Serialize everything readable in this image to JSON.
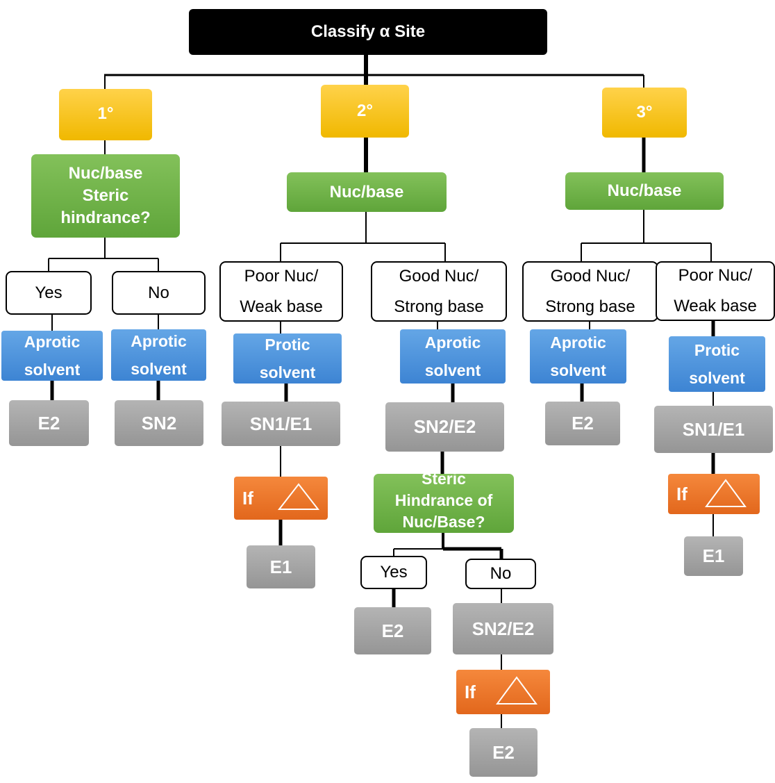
{
  "root": "Classify α Site",
  "degrees": {
    "primary": "1°",
    "secondary": "2°",
    "tertiary": "3°"
  },
  "primary": {
    "question": "Nuc/base\nSteric\nhindrance?",
    "yes": "Yes",
    "no": "No",
    "yes_solvent": "Aprotic\nsolvent",
    "no_solvent": "Aprotic\nsolvent",
    "yes_result": "E2",
    "no_result": "SN2"
  },
  "secondary": {
    "nucbase": "Nuc/base",
    "poor": "Poor Nuc/\nWeak base",
    "good": "Good Nuc/\nStrong base",
    "poor_solvent": "Protic\nsolvent",
    "good_solvent": "Aprotic\nsolvent",
    "poor_result": "SN1/E1",
    "good_result": "SN2/E2",
    "poor_heat_if": "If",
    "poor_heat_result": "E1",
    "steric_question": "Steric\nHindrance of\nNuc/Base?",
    "steric_yes": "Yes",
    "steric_no": "No",
    "steric_yes_result": "E2",
    "steric_no_result": "SN2/E2",
    "steric_heat_if": "If",
    "steric_heat_result": "E2"
  },
  "tertiary": {
    "nucbase": "Nuc/base",
    "good": "Good Nuc/\nStrong base",
    "poor": "Poor Nuc/\nWeak base",
    "good_solvent": "Aprotic\nsolvent",
    "poor_solvent": "Protic\nsolvent",
    "good_result": "E2",
    "poor_result": "SN1/E1",
    "poor_heat_if": "If",
    "poor_heat_result": "E1"
  },
  "colors": {
    "root": "#000000",
    "degree": "#f5c400",
    "question": "#6db045",
    "option_border": "#000000",
    "solvent": "#4a90d9",
    "result": "#a6a6a6",
    "heat": "#ee7a2c"
  },
  "icons": {
    "heat": "triangle-heat-icon"
  }
}
